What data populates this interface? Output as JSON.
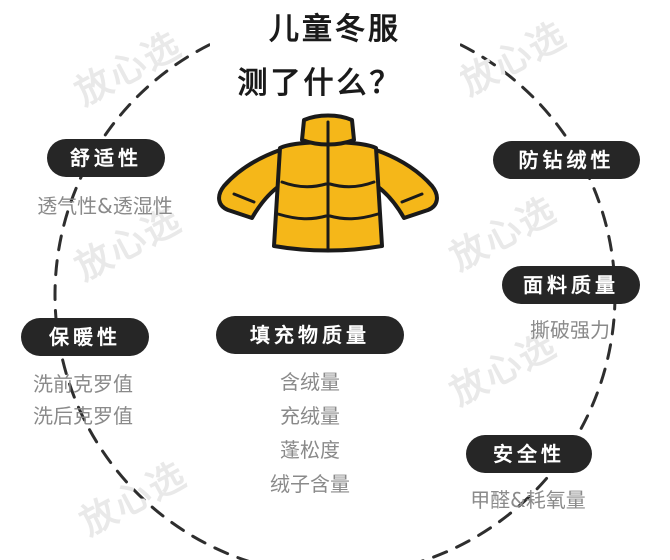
{
  "title": {
    "line1": "儿童冬服",
    "line2": "测了什么？"
  },
  "watermark": "放心选",
  "colors": {
    "pill_bg": "#262626",
    "jacket_fill": "#f5b719",
    "ring_stroke": "#2e2e2e",
    "detail_text": "#8a8a8a"
  },
  "categories": {
    "comfort": {
      "label": "舒适性",
      "items": [
        "透气性&透湿性"
      ]
    },
    "down_proof": {
      "label": "防钻绒性",
      "items": []
    },
    "fabric_quality": {
      "label": "面料质量",
      "items": [
        "撕破强力"
      ]
    },
    "warmth": {
      "label": "保暖性",
      "items": [
        "洗前克罗值",
        "洗后克罗值"
      ]
    },
    "filling": {
      "label": "填充物质量",
      "items": [
        "含绒量",
        "充绒量",
        "蓬松度",
        "绒子含量"
      ]
    },
    "safety": {
      "label": "安全性",
      "items": [
        "甲醛&耗氧量"
      ]
    }
  },
  "center_icon": "down-jacket-icon"
}
